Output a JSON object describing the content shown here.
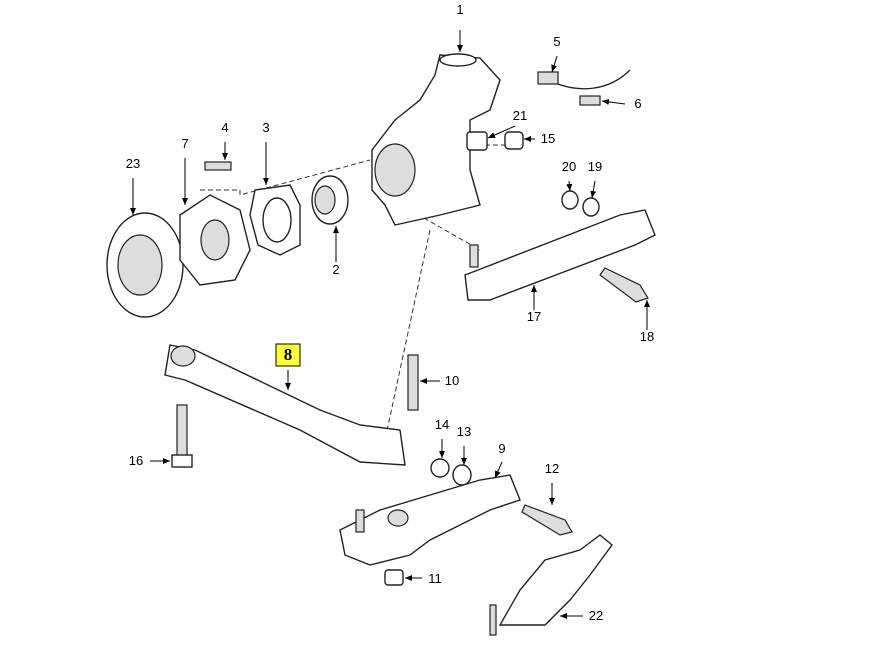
{
  "diagram": {
    "title": "Rear axle suspension parts",
    "highlighted_part": "8",
    "callouts": [
      "1",
      "2",
      "3",
      "4",
      "5",
      "6",
      "7",
      "8",
      "9",
      "10",
      "11",
      "12",
      "13",
      "14",
      "15",
      "16",
      "17",
      "18",
      "19",
      "20",
      "21",
      "22",
      "23"
    ]
  }
}
